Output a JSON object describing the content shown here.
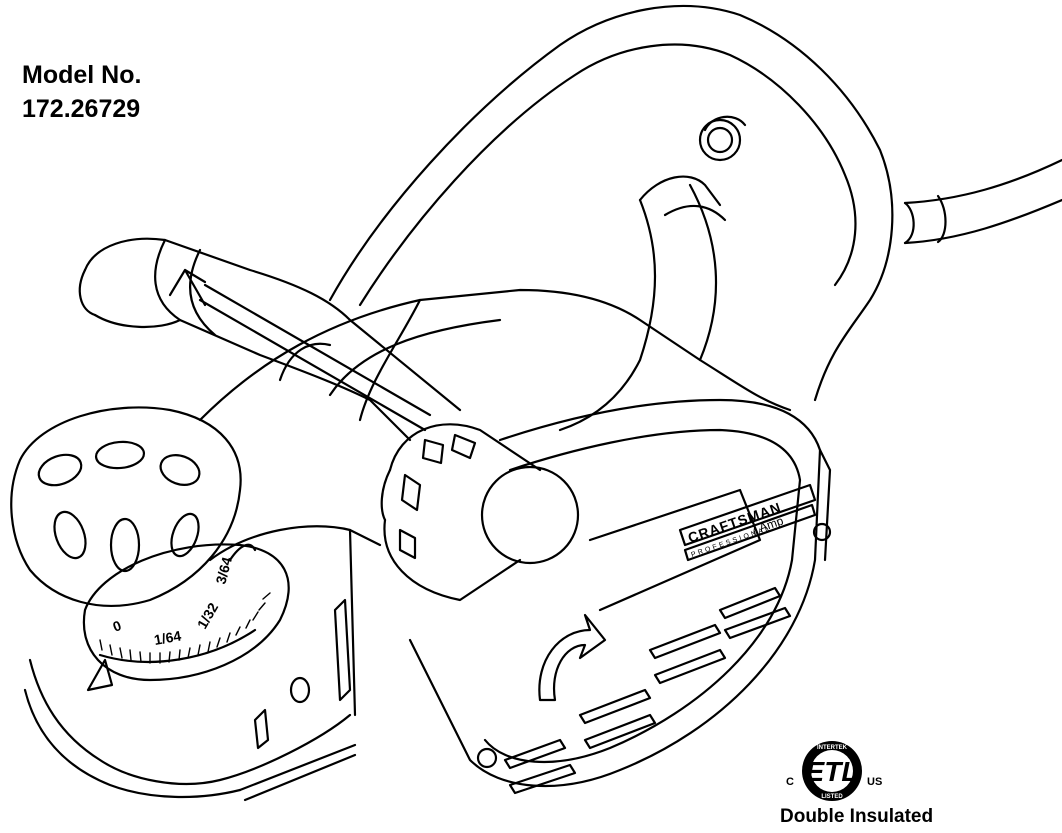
{
  "model": {
    "label": "Model No.",
    "number": "172.26729"
  },
  "tool": {
    "brand": "CRAFTSMAN",
    "subbrand": "PROFESSIONAL",
    "amperage": "7 Amp",
    "depth_scale": {
      "zero": "0",
      "sixtyfourth": "1/64",
      "thirtysecond": "1/32",
      "threesixtyfourths": "3/64"
    }
  },
  "certification": {
    "mark": "ETL",
    "top_text": "INTERTEK",
    "bottom_text": "LISTED",
    "left_text": "C",
    "right_text": "US",
    "caption": "Double Insulated"
  }
}
